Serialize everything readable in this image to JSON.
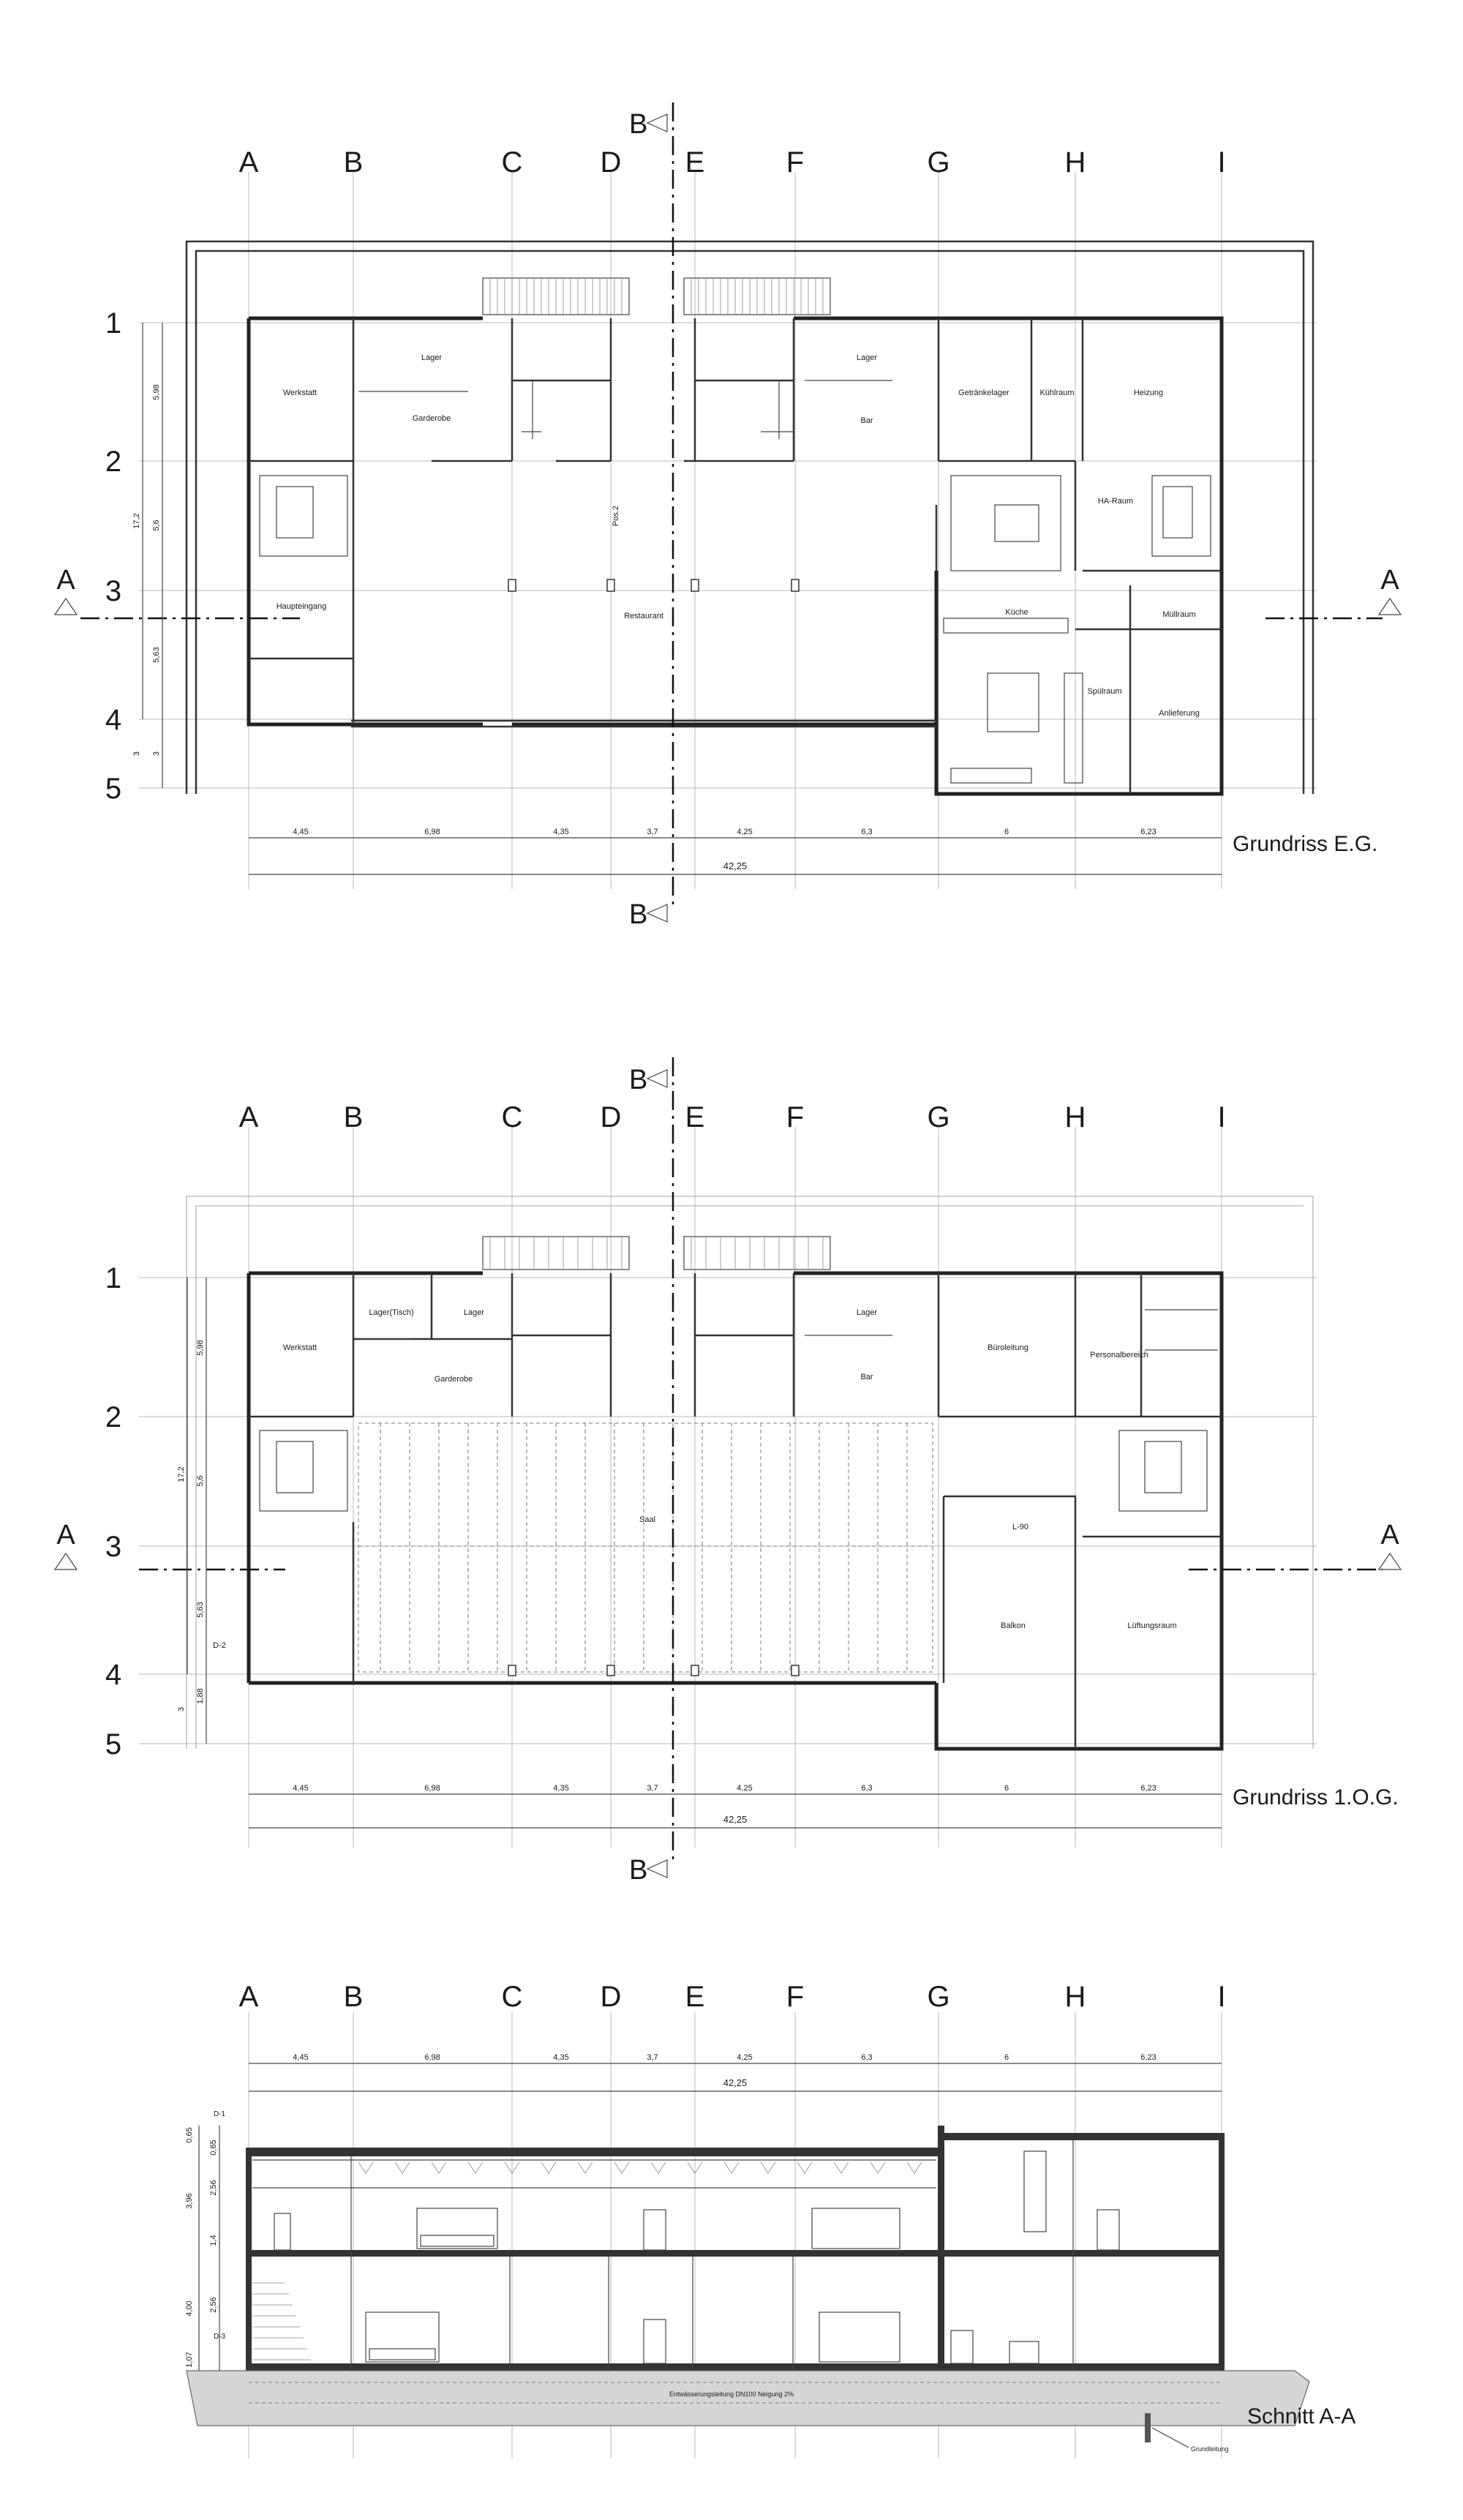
{
  "grid_letters": [
    "A",
    "B",
    "C",
    "D",
    "E",
    "F",
    "G",
    "H",
    "I"
  ],
  "grid_numbers": [
    "1",
    "2",
    "3",
    "4",
    "5"
  ],
  "section_marks": {
    "a_label": "A",
    "b_label": "B"
  },
  "plans": {
    "ground": {
      "title": "Grundriss E.G.",
      "rooms": {
        "werkstatt": "Werkstatt",
        "lager": "Lager",
        "garderobe": "Garderobe",
        "lager2": "Lager",
        "bar": "Bar",
        "getraenkelager": "Getränkelager",
        "kuehlraum": "Kühlraum",
        "heizung": "Heizung",
        "ha_raum": "HA-Raum",
        "pos2": "Pos.2",
        "restaurant": "Restaurant",
        "haupteingang": "Haupteingang",
        "kueche": "Küche",
        "muellraum": "Müllraum",
        "spuelraum": "Spülraum",
        "anlieferung": "Anlieferung"
      },
      "dims": [
        "4,45",
        "6,98",
        "4,35",
        "3,7",
        "4,25",
        "6,3",
        "6",
        "6,23"
      ],
      "dim_total": "42,25",
      "side_dims": [
        "5,98",
        "5,6",
        "5,63",
        "3",
        "3"
      ],
      "side_total": "17,2"
    },
    "upper": {
      "title": "Grundriss 1.O.G.",
      "rooms": {
        "werkstatt": "Werkstatt",
        "lager_tisch": "Lager(Tisch)",
        "lager": "Lager",
        "garderobe": "Garderobe",
        "lager2": "Lager",
        "bar": "Bar",
        "bueroleitung": "Büroleitung",
        "personalbereich": "Personalbereich",
        "saal": "Saal",
        "l90": "L-90",
        "balkon": "Balkon",
        "lueftungsraum": "Lüftungsraum"
      },
      "dims": [
        "4,45",
        "6,98",
        "4,35",
        "3,7",
        "4,25",
        "6,3",
        "6",
        "6,23"
      ],
      "dim_total": "42,25",
      "side_dims": [
        "5,98",
        "5,6",
        "5,63",
        "1,88",
        "3"
      ],
      "side_total": "17,2",
      "d2": "D-2"
    },
    "section": {
      "title": "Schnitt A-A",
      "dims": [
        "4,45",
        "6,98",
        "4,35",
        "3,7",
        "4,25",
        "6,3",
        "6",
        "6,23"
      ],
      "dim_total": "42,25",
      "levels": {
        "d1": "D-1",
        "d3": "D-3"
      },
      "heights": [
        "0,65",
        "0,65",
        "2,56",
        "3,96",
        "1,4",
        "2,56",
        "4,00",
        "1,07"
      ],
      "drain": "Grundleitung",
      "note": "Entwässerungsleitung DN100 Neigung 2%"
    }
  }
}
